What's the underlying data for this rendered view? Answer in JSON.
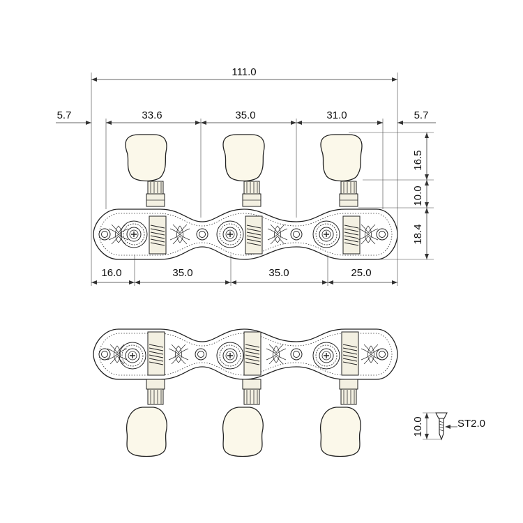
{
  "drawing": {
    "top_view_dimensions": {
      "overall_width": "111.0",
      "left_margin": "5.7",
      "spacing_1": "33.6",
      "spacing_2": "35.0",
      "spacing_3": "31.0",
      "right_margin": "5.7",
      "button_height": "16.5",
      "shaft_height": "10.0",
      "plate_height": "18.4",
      "bottom_left": "16.0",
      "bottom_spacing_1": "35.0",
      "bottom_spacing_2": "35.0",
      "bottom_right": "25.0"
    },
    "screw": {
      "length": "10.0",
      "label": "ST2.0"
    }
  }
}
